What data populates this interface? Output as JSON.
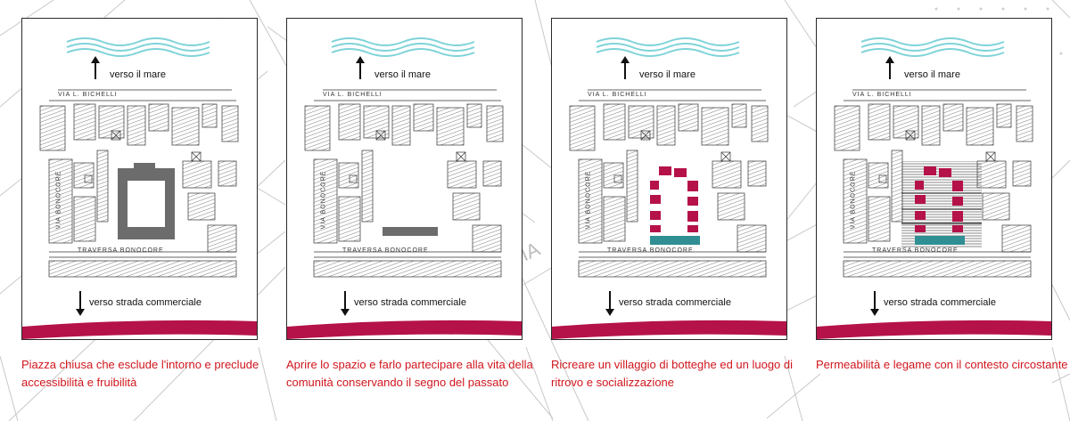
{
  "labels": {
    "sea": "verso il mare",
    "road": "verso strada commerciale",
    "street_top": "VIA L. BICHELLI",
    "street_side": "VIA BONOCORE",
    "street_bottom": "TRAVERSA BONOCORE",
    "bg_text": "VIA"
  },
  "panels": [
    {
      "caption": "Piazza chiusa che esclude l'intorno e preclude accessibilità e fruibilità"
    },
    {
      "caption": "Aprire lo spazio e farlo partecipare alla vita della comunità conservando il segno del passato"
    },
    {
      "caption": "Ricreare un villaggio di botteghe ed un luogo di ritrovo e socializzazione"
    },
    {
      "caption": "Permeabilità e legame con il contesto circostante"
    }
  ],
  "colors": {
    "accent": "#b5124a",
    "caption": "#d0161d",
    "teal": "#2f8f93",
    "water": "#7fd3d9",
    "grey": "#6c6c6c",
    "hatch": "#5a5a5a"
  }
}
